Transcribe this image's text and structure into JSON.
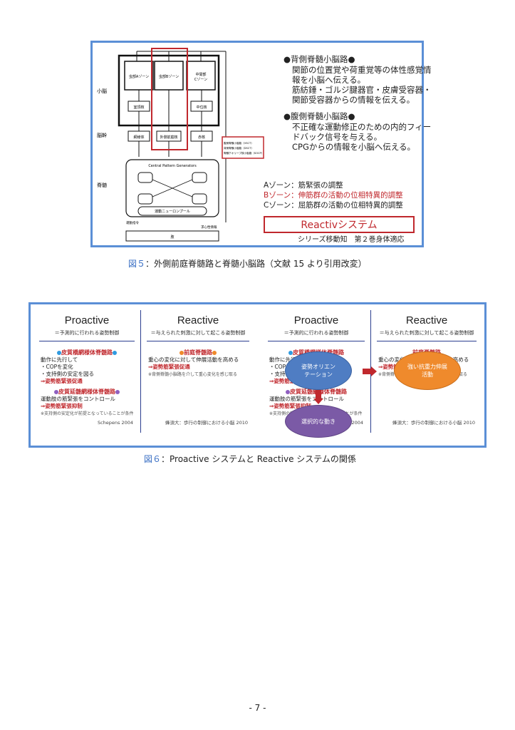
{
  "figure5": {
    "diagram": {
      "row_labels": [
        "小脳",
        "脳幹",
        "脊髄"
      ],
      "zone_a": "虫部Aゾーン",
      "zone_b": "虫部Bゾーン",
      "zone_c": "中間部\nCゾーン",
      "fastigial": "室頂核",
      "interposed": "中位核",
      "reticular": "網様体",
      "vestibular": "外側前庭核",
      "red_nucleus": "赤核",
      "tracts": [
        "腹側脊髄小脳路（VSCT）",
        "背側脊髄小脳路（DSCT）",
        "脊髄下オリーブ核小脳路（SOCP）"
      ],
      "cpg_label": "Central Pattern Generators",
      "motor_pool": "運動ニューロンプール",
      "motor_cmd": "運動指令",
      "afferent": "求心性情報",
      "limb": "肢"
    },
    "right": {
      "dscu_title": "●背側脊髄小脳路●",
      "dscu_lines": [
        "関節の位置覚や荷重覚等の体性感覚情",
        "報を小脳へ伝える。",
        "筋紡錘・ゴルジ腱器官・皮膚受容器・",
        "関節受容器からの情報を伝える。"
      ],
      "vscu_title": "●腹側脊髄小脳路●",
      "vscu_lines": [
        "不正確な運動修正のための内的フィー",
        "ドバック信号を与える。",
        "CPGからの情報を小脳へ伝える。"
      ],
      "zone_a_text": "Aゾーン：筋緊張の調整",
      "zone_b_text": "Bゾーン：伸筋群の活動の位相特異的調整",
      "zone_c_text": "Cゾーン：屈筋群の活動の位相特異的調整",
      "reactiv": "Reactivシステム",
      "source": "シリーズ移動知　第２巻身体適応"
    },
    "caption_num": "図５",
    "caption_text": "：外側前庭脊髄路と脊髄小脳路（文献 15 より引用改変）"
  },
  "figure6": {
    "left": {
      "proactive": {
        "title": "Proactive",
        "sub": "＝予測的に行われる姿勢制御",
        "sec1": "皮質橋網様体脊髄路",
        "lines1": [
          "動作に先行して",
          "・COPを変化",
          "・支持側の安定を図る"
        ],
        "red1": "⇒姿勢筋緊張促通",
        "sec2": "皮質延髄網様体脊髄路",
        "lines2": [
          "運動肢の筋緊張をコントロール"
        ],
        "red2": "⇒姿勢筋緊張抑制",
        "note": "※支持側の安定化が前提となっていることが条件",
        "ref": "Schepens  2004"
      },
      "reactive": {
        "title": "Reactive",
        "sub": "＝与えられた刺激に対して起こる姿勢制御",
        "sec1": "前庭脊髄路",
        "lines1": [
          "重心の変化に対して伸展活動を高める"
        ],
        "red1": "⇒姿勢筋緊張促通",
        "note": "※背側脊髄小脳路を介して重心変化を感じ取る",
        "ref": "蜂須大：歩行の制御における小脳  2010"
      }
    },
    "ovals": {
      "orientation": "姿勢オリエン\nテーション",
      "antigravity": "強い抗重力伸展\n活動",
      "selective": "選択的な動き"
    },
    "caption_num": "図６",
    "caption_text": "：Proactive システムと Reactive システムの関係"
  },
  "page_number": "- 7 -",
  "colors": {
    "frame": "#5b8fd6",
    "red": "#c0282d",
    "navy": "#2b3e8f",
    "blue_oval": "#4f7dc3",
    "orange_oval": "#ef8a2c",
    "purple_oval": "#7b5aa6"
  }
}
